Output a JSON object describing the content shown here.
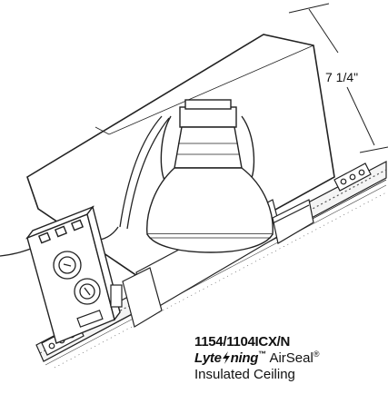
{
  "diagram": {
    "dimension_label": "7 1/4\"",
    "caption": {
      "model": "1154/1104ICX/N",
      "brand_pre": "Lyte",
      "brand_post": "ning",
      "trademark": "™",
      "product": "AirSeal",
      "registered": "®",
      "subtitle": "Insulated Ceiling"
    }
  }
}
